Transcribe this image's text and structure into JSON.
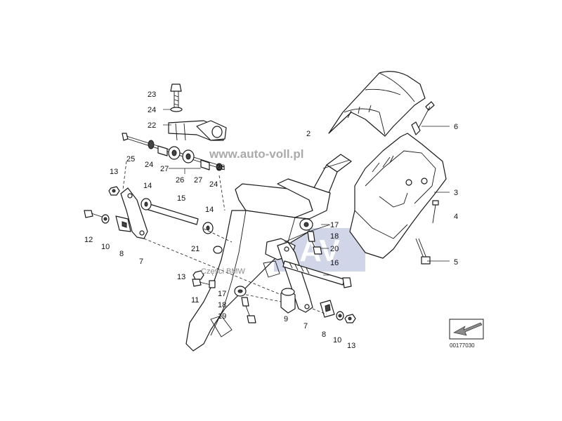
{
  "watermark": {
    "site": "www.auto-voll.pl",
    "brand_text": "Części BMW"
  },
  "reference_number": "00177030",
  "callouts": {
    "c23": "23",
    "c24a": "24",
    "c22": "22",
    "c25": "25",
    "c24b": "24",
    "c27a": "27",
    "c26": "26",
    "c27b": "27",
    "c24c": "24",
    "c28": "28",
    "c2": "2",
    "c6": "6",
    "c3": "3",
    "c4": "4",
    "c5": "5",
    "c13a": "13",
    "c14a": "14",
    "c15": "15",
    "c14b": "14",
    "c12": "12",
    "c10a": "10",
    "c8a": "8",
    "c7a": "7",
    "c21": "21",
    "c13b": "13",
    "c11": "11",
    "c17a": "17",
    "c18a": "18",
    "c20": "20",
    "c16": "16",
    "c17b": "17",
    "c18b": "18",
    "c19": "19",
    "c9": "9",
    "c7b": "7",
    "c8b": "8",
    "c10b": "10",
    "c13c": "13"
  },
  "colors": {
    "watermark_gray": "#9c9c9c",
    "av_logo_blue": "#aab5d6",
    "line": "#1a1a1a"
  },
  "icons": {
    "direction_arrow": "arrow-down-left-icon"
  }
}
